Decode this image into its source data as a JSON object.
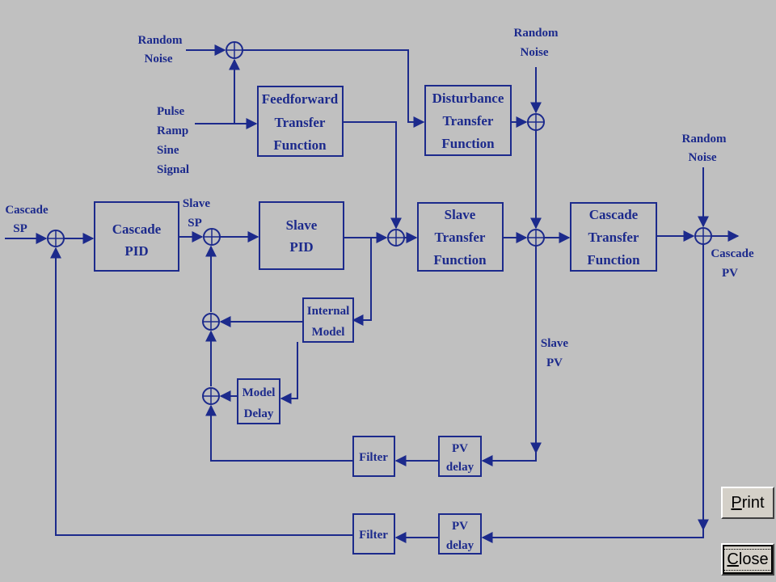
{
  "inputs": {
    "cascade_sp": [
      "Cascade",
      "SP"
    ],
    "random_noise_1": [
      "Random",
      "Noise"
    ],
    "signal": [
      "Pulse",
      "Ramp",
      "Sine",
      "Signal"
    ],
    "random_noise_2": [
      "Random",
      "Noise"
    ],
    "random_noise_3": [
      "Random",
      "Noise"
    ]
  },
  "blocks": {
    "cascade_pid": [
      "Cascade",
      "PID"
    ],
    "slave_pid": [
      "Slave",
      "PID"
    ],
    "feedforward_tf": [
      "Feedforward",
      "Transfer",
      "Function"
    ],
    "disturbance_tf": [
      "Disturbance",
      "Transfer",
      "Function"
    ],
    "slave_tf": [
      "Slave",
      "Transfer",
      "Function"
    ],
    "cascade_tf": [
      "Cascade",
      "Transfer",
      "Function"
    ],
    "internal_model": [
      "Internal",
      "Model"
    ],
    "model_delay": [
      "Model",
      "Delay"
    ],
    "filter_1": [
      "Filter"
    ],
    "pv_delay_1": [
      "PV",
      "delay"
    ],
    "filter_2": [
      "Filter"
    ],
    "pv_delay_2": [
      "PV",
      "delay"
    ]
  },
  "signals": {
    "slave_sp": [
      "Slave",
      "SP"
    ],
    "slave_pv": [
      "Slave",
      "PV"
    ],
    "cascade_pv": [
      "Cascade",
      "PV"
    ]
  },
  "buttons": {
    "print": {
      "first": "P",
      "rest": "rint"
    },
    "close": {
      "first": "C",
      "rest": "lose"
    }
  },
  "colors": {
    "diagram": "#1c2a8c",
    "background": "#c0c0c0"
  }
}
